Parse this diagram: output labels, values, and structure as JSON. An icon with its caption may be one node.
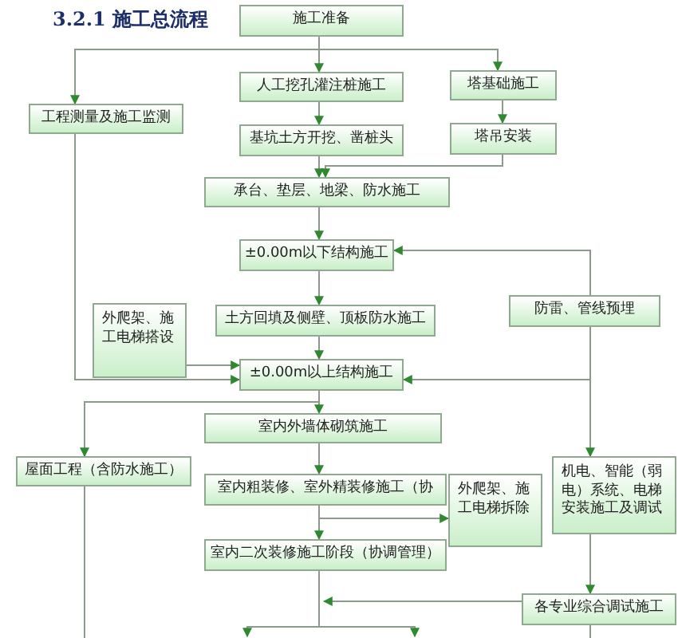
{
  "diagram": {
    "title": "3.2.1 施工总流程",
    "nodes": [
      {
        "text": [
          "施工准备"
        ]
      },
      {
        "text": [
          "人工挖孔灌注桩施工"
        ]
      },
      {
        "text": [
          "塔基础施工"
        ]
      },
      {
        "text": [
          "工程测量及施工监测"
        ]
      },
      {
        "text": [
          "基坑土方开挖、凿桩头"
        ]
      },
      {
        "text": [
          "塔吊安装"
        ]
      },
      {
        "text": [
          "承台、垫层、地梁、防水施工"
        ]
      },
      {
        "text": [
          "±0.00m以下结构施工"
        ]
      },
      {
        "text": [
          "外爬架、施工电梯搭设"
        ]
      },
      {
        "text": [
          "土方回填及侧壁、顶板防水施工"
        ]
      },
      {
        "text": [
          "防雷、管线预埋"
        ]
      },
      {
        "text": [
          "±0.00m以上结构施工"
        ]
      },
      {
        "text": [
          "室内外墙体砌筑施工"
        ]
      },
      {
        "text": [
          "屋面工程（含防水施工）"
        ]
      },
      {
        "text": [
          "室内粗装修、室外精装修施工（协"
        ]
      },
      {
        "text": [
          "外爬架、施工电梯拆除"
        ]
      },
      {
        "text": [
          "机电、智能（弱电）系统、电梯安装施工及调试"
        ]
      },
      {
        "text": [
          "室内二次装修施工阶段（协调管理）"
        ]
      },
      {
        "text": [
          "各专业综合调试施工"
        ]
      }
    ],
    "edges": [
      {
        "from": 0,
        "to": 1,
        "arrow": "to"
      },
      {
        "from": 0,
        "to": 3,
        "arrow": "to"
      },
      {
        "from": 0,
        "to": 2,
        "arrow": "to"
      },
      {
        "from": 1,
        "to": 4,
        "arrow": "to"
      },
      {
        "from": 2,
        "to": 5,
        "arrow": "to"
      },
      {
        "from": 4,
        "to": 6,
        "arrow": "to"
      },
      {
        "from": 5,
        "to": 6,
        "arrow": "to"
      },
      {
        "from": 6,
        "to": 7,
        "arrow": "to"
      },
      {
        "from": 7,
        "to": 9,
        "arrow": "to"
      },
      {
        "from": 9,
        "to": 11,
        "arrow": "to"
      },
      {
        "from": 8,
        "to": 11,
        "arrow": "to"
      },
      {
        "from": 3,
        "to": 11,
        "arrow": "to"
      },
      {
        "from": 10,
        "to": 7,
        "arrow": "to"
      },
      {
        "from": 10,
        "to": 11,
        "arrow": "to"
      },
      {
        "from": 10,
        "to": 16,
        "arrow": "to"
      },
      {
        "from": 11,
        "to": 12,
        "arrow": "to"
      },
      {
        "from": 11,
        "to": 13,
        "arrow": "to"
      },
      {
        "from": 12,
        "to": 14,
        "arrow": "to"
      },
      {
        "from": 14,
        "to": 15,
        "arrow": "to"
      },
      {
        "from": 14,
        "to": 17,
        "arrow": "to"
      },
      {
        "from": 16,
        "to": 18,
        "arrow": "to"
      },
      {
        "from": 18,
        "to": 17,
        "arrow": "to"
      },
      {
        "from": 17,
        "to": null,
        "arrow": "to"
      },
      {
        "from": 17,
        "to": null,
        "arrow": "to"
      },
      {
        "from": 13,
        "to": null,
        "arrow": "none"
      },
      {
        "from": 18,
        "to": null,
        "arrow": "none"
      }
    ]
  }
}
